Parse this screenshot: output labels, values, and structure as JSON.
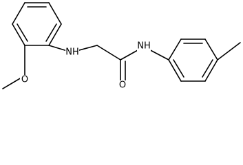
{
  "structure": {
    "atom_labels": {
      "amine_nh": "NH",
      "amide_nh": "NH",
      "carbonyl_o": "O",
      "methoxy_o": "O"
    },
    "colors": {
      "bond": "#000000",
      "label": "#000000",
      "background": "#ffffff"
    }
  }
}
